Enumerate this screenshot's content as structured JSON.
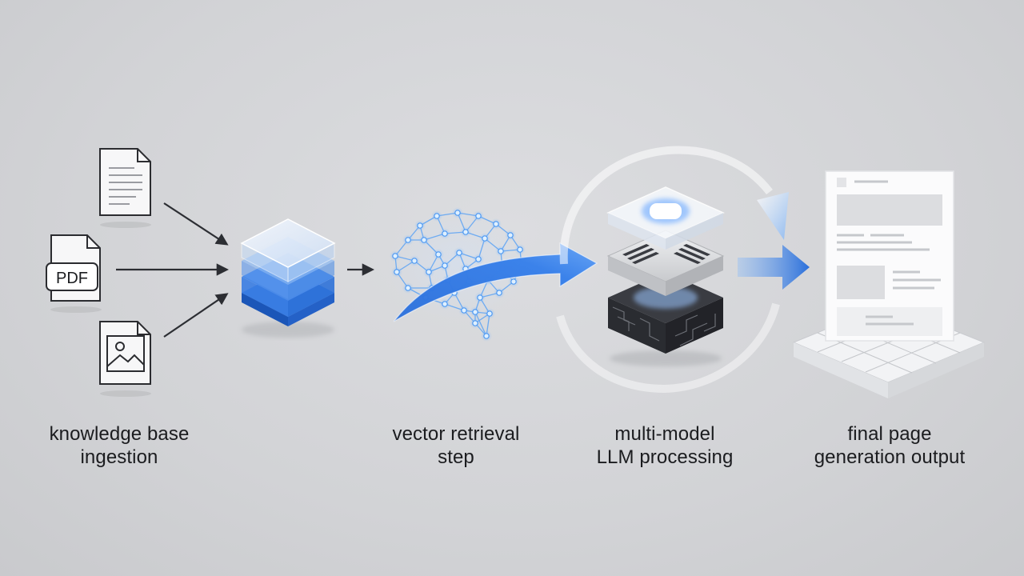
{
  "documents": {
    "pdf_badge": "PDF"
  },
  "stages": [
    {
      "line1": "knowledge base",
      "line2": "ingestion"
    },
    {
      "line1": "vector retrieval",
      "line2": "step"
    },
    {
      "line1": "multi-model",
      "line2": "LLM processing"
    },
    {
      "line1": "final page",
      "line2": "generation output"
    }
  ],
  "colors": {
    "accent_blue": "#2a6fdb",
    "light_blue": "#8ab8f2",
    "arrow_dark": "#2c2e33",
    "chip_dark": "#2a2c31"
  },
  "icons": [
    "text-document-icon",
    "pdf-document-icon",
    "image-document-icon",
    "layered-database-icon",
    "neural-brain-icon",
    "llm-chip-stack-icon",
    "webpage-layout-icon"
  ]
}
